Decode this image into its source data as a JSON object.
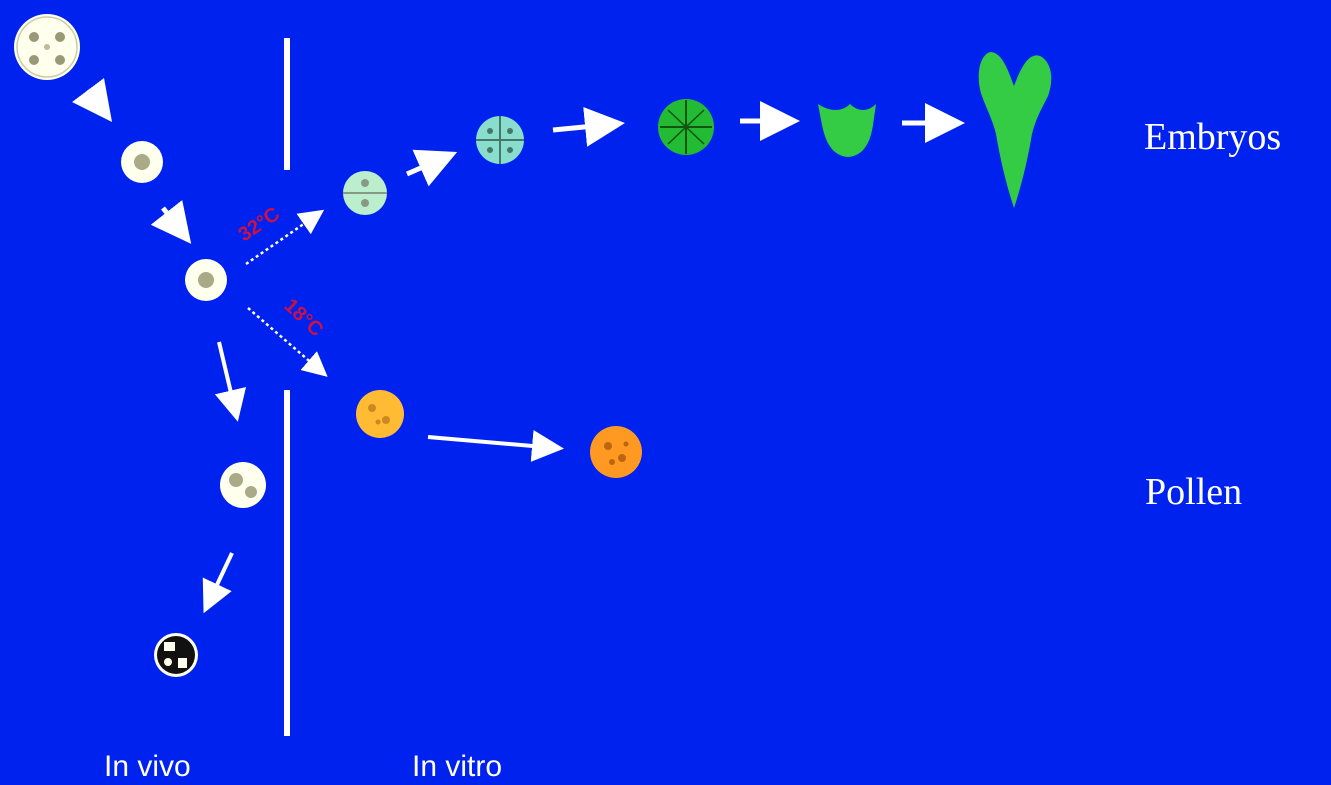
{
  "labels": {
    "embryos": "Embryos",
    "pollen": "Pollen",
    "in_vivo": "In vivo",
    "in_vitro": "In vitro",
    "treatment_upper": "32°C",
    "treatment_lower": "18°C"
  },
  "colors": {
    "background": "#0022ee",
    "embryo_green": "#33cc33",
    "pollen_orange": "#ffaa22",
    "cell_white": "#ffffee",
    "treatment_red": "#cc1144"
  }
}
